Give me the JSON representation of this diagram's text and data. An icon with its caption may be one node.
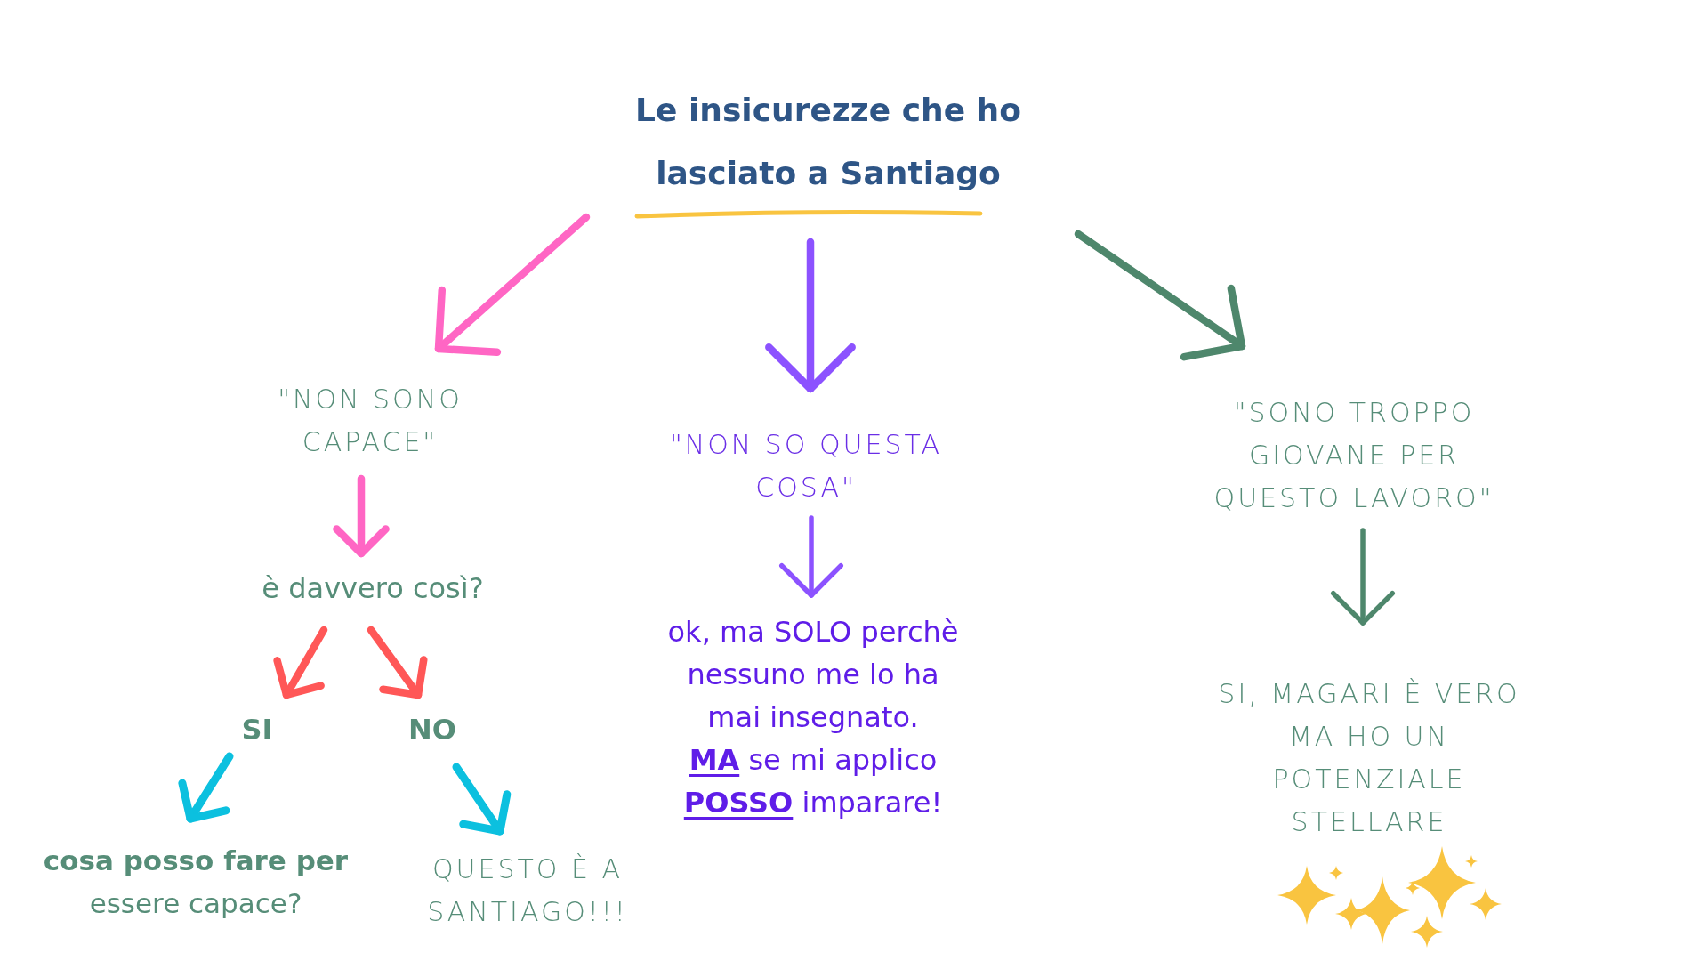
{
  "diagram": {
    "nodes": [
      {
        "text": [
          "Le insicurezze che ho lasciato a Santiago"
        ]
      },
      {
        "text": [
          "\"NON SONO CAPACE\""
        ]
      },
      {
        "text": [
          "è davvero così?"
        ]
      },
      {
        "text": [
          "SI"
        ]
      },
      {
        "text": [
          "NO"
        ]
      },
      {
        "text": [
          "**cosa posso fare per** essere capace?"
        ]
      },
      {
        "text": [
          "QUESTO È A SANTIAGO!!!"
        ]
      },
      {
        "text": [
          "\"NON SO QUESTA COSA\""
        ]
      },
      {
        "text": [
          "ok, ma SOLO perchè nessuno me lo ha mai insegnato.",
          "**MA** se mi applico **POSSO** imparare!"
        ]
      },
      {
        "text": [
          "\"SONO TROPPO GIOVANE PER QUESTO LAVORO\""
        ]
      },
      {
        "text": [
          "SI, MAGARI È VERO MA HO UN POTENZIALE STELLARE"
        ]
      }
    ],
    "edges": [
      {
        "from": 0,
        "to": 1,
        "arrow": "to",
        "color": "#ff66c4"
      },
      {
        "from": 0,
        "to": 7,
        "arrow": "to",
        "color": "#8c52ff"
      },
      {
        "from": 0,
        "to": 9,
        "arrow": "to",
        "color": "#4e876c"
      },
      {
        "from": 1,
        "to": 2,
        "arrow": "to",
        "color": "#ff66c4"
      },
      {
        "from": 2,
        "to": 3,
        "arrow": "to",
        "color": "#ff5757"
      },
      {
        "from": 2,
        "to": 4,
        "arrow": "to",
        "color": "#ff5757"
      },
      {
        "from": 3,
        "to": 5,
        "arrow": "to",
        "color": "#0cc0df"
      },
      {
        "from": 4,
        "to": 6,
        "arrow": "to",
        "color": "#0cc0df"
      },
      {
        "from": 7,
        "to": 8,
        "arrow": "to",
        "color": "#8c52ff"
      },
      {
        "from": 9,
        "to": 10,
        "arrow": "to",
        "color": "#4e876c"
      }
    ]
  }
}
